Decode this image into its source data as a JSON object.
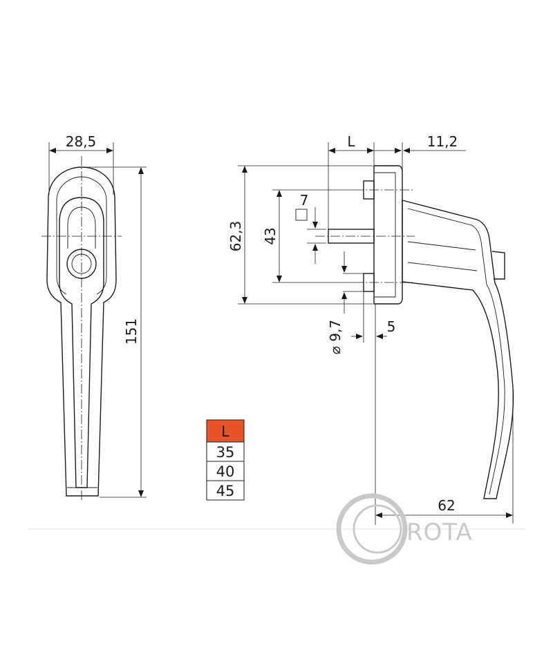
{
  "dimensions": {
    "front_width": "28,5",
    "front_height": "151",
    "side_L": "L",
    "side_offset": "11,2",
    "rose_height": "62,3",
    "screw_spacing": "43",
    "spindle_square": "7",
    "screw_diameter": "⌀ 9,7",
    "screw_length": "5",
    "handle_projection": "62"
  },
  "table": {
    "header": "L",
    "rows": [
      "35",
      "40",
      "45"
    ],
    "header_color": "#e8542a"
  },
  "logo": {
    "text": "ROTA",
    "color": "#c9c9c9"
  }
}
